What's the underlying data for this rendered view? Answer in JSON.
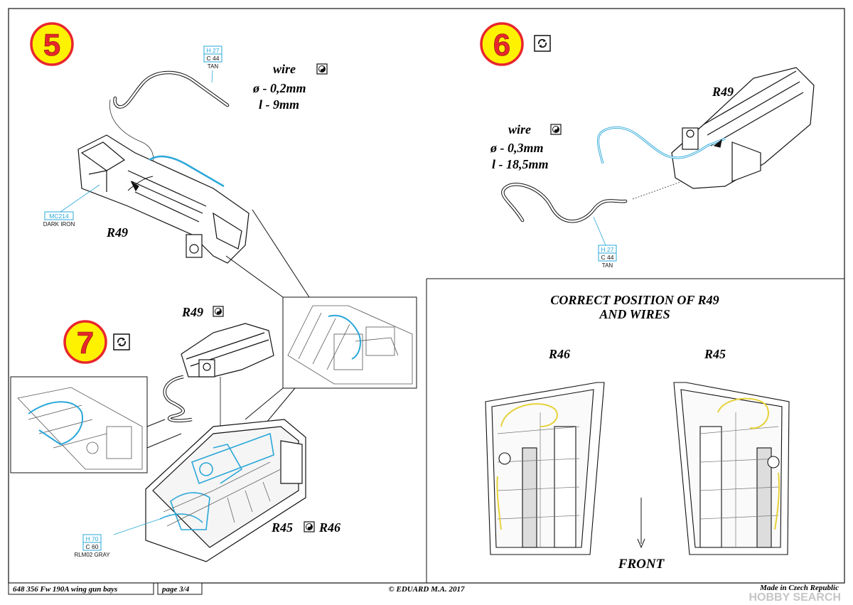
{
  "steps": {
    "s5": {
      "number": "5"
    },
    "s6": {
      "number": "6"
    },
    "s7": {
      "number": "7"
    }
  },
  "step5": {
    "color_code": {
      "line1": "H 27",
      "line2": "C 44",
      "name": "TAN"
    },
    "wire": {
      "label": "wire",
      "diameter": "ø - 0,2mm",
      "length": "l - 9mm"
    },
    "iron_code": {
      "line1": "MC214",
      "name": "DARK IRON"
    },
    "part_label": "R49"
  },
  "step6": {
    "part_label": "R49",
    "wire": {
      "label": "wire",
      "diameter": "ø - 0,3mm",
      "length": "l - 18,5mm"
    },
    "color_code": {
      "line1": "H 27",
      "line2": "C 44",
      "name": "TAN"
    }
  },
  "step7": {
    "part_label": "R49",
    "bay_left": "R45",
    "bay_right": "R46",
    "color_code": {
      "line1": "H 70",
      "line2": "C 60",
      "name": "RLM02 GRAY"
    }
  },
  "correct": {
    "title1": "CORRECT POSITION OF R49",
    "title2": "AND WIRES",
    "left_label": "R46",
    "right_label": "R45",
    "front": "FRONT"
  },
  "footer": {
    "code": "648 356  Fw 190A wing gun bays",
    "page": "page 3/4",
    "copyright": "© EDUARD  M.A. 2017",
    "made": "Made in Czech Republic",
    "watermark": "HOBBY SEARCH"
  },
  "colors": {
    "step_circle": "#e8262d",
    "step_fill": "#fff200",
    "callout_blue": "#2aa7d8",
    "wire_yellow": "#e6d23a"
  }
}
